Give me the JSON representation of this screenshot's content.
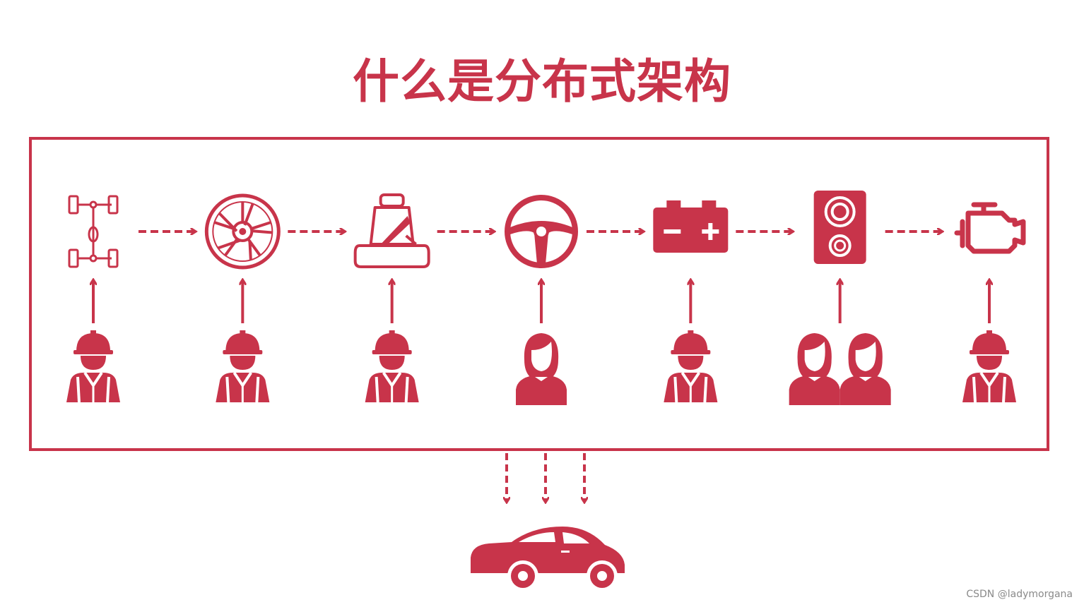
{
  "title": "什么是分布式架构",
  "watermark": "CSDN @ladymorgana",
  "colors": {
    "accent": "#c8344a",
    "background": "#ffffff"
  },
  "stages": [
    {
      "component_icon": "chassis-icon",
      "worker_icon": "worker-hardhat-icon",
      "worker_count": 1
    },
    {
      "component_icon": "wheel-rim-icon",
      "worker_icon": "worker-hardhat-icon",
      "worker_count": 1
    },
    {
      "component_icon": "car-seat-icon",
      "worker_icon": "worker-hardhat-icon",
      "worker_count": 1
    },
    {
      "component_icon": "steering-wheel-icon",
      "worker_icon": "woman-icon",
      "worker_count": 1
    },
    {
      "component_icon": "battery-icon",
      "worker_icon": "worker-hardhat-icon",
      "worker_count": 1
    },
    {
      "component_icon": "speaker-icon",
      "worker_icon": "woman-icon",
      "worker_count": 2
    },
    {
      "component_icon": "engine-icon",
      "worker_icon": "worker-hardhat-icon",
      "worker_count": 1
    }
  ],
  "output_icon": "car-icon",
  "output_arrow_count": 3
}
